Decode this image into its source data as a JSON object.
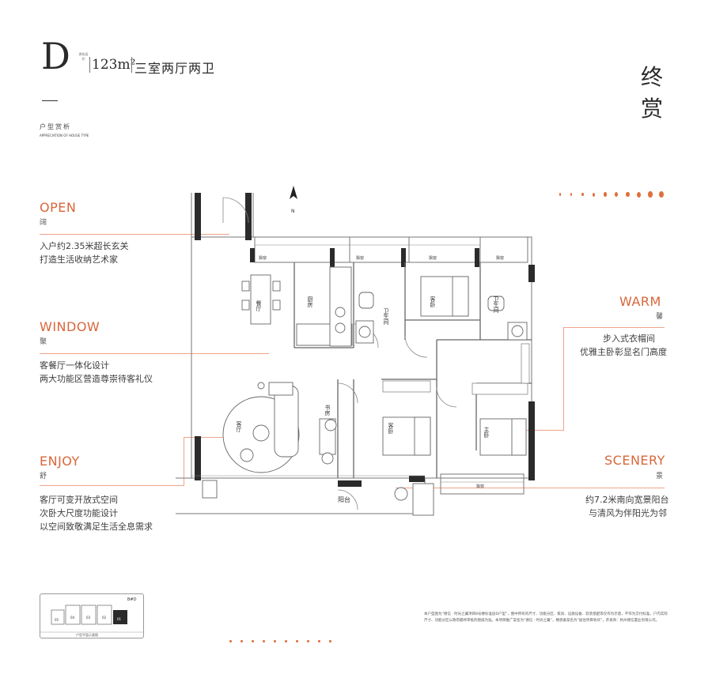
{
  "header": {
    "unit_letter": "D",
    "area_tag": "建筑面积",
    "area": "123m²",
    "rooms": "三室两厅两卫",
    "subtitle_cn": "户型赏析",
    "subtitle_en": "APPRECIATION OF HOUSE TYPE",
    "brand_vertical": "终赏"
  },
  "features": {
    "open": {
      "title": "OPEN",
      "sub": "阔",
      "lines": [
        "入户约2.35米超长玄关",
        "打造生活收纳艺术家"
      ]
    },
    "window": {
      "title": "WINDOW",
      "sub": "聚",
      "lines": [
        "客餐厅一体化设计",
        "两大功能区营造尊崇待客礼仪"
      ]
    },
    "enjoy": {
      "title": "ENJOY",
      "sub": "舒",
      "lines": [
        "客厅可变开放式空间",
        "次卧大尺度功能设计",
        "以空间致敬满足生活全息需求"
      ]
    },
    "warm": {
      "title": "WARM",
      "sub": "馨",
      "lines": [
        "步入式衣帽间",
        "优雅主卧彰显名门高度"
      ]
    },
    "scenery": {
      "title": "SCENERY",
      "sub": "景",
      "lines": [
        "约7.2米南向宽景阳台",
        "与清风为伴阳光为邻"
      ]
    }
  },
  "plan": {
    "north": "N",
    "rooms": {
      "dining": "餐厅",
      "kitchen": "厨房",
      "bath1": "卫生间",
      "bedroom_top": "客卧",
      "bath2": "卫生间",
      "living": "客厅",
      "study": "书房",
      "bedroom_mid": "客卧",
      "master": "主卧",
      "balcony": "阳台"
    },
    "window_labels": [
      "飘窗",
      "飘窗",
      "飘窗",
      "飘窗",
      "飘窗"
    ]
  },
  "keyplan": {
    "tag": "B#D",
    "caption": "户型平面示意图",
    "units": [
      "05",
      "04",
      "03",
      "02",
      "01"
    ]
  },
  "disclaimer": "本户型图为“德信 · 时光之翼项目8号楼标准层D户型”，图中所有的尺寸、功能分区、家具、设施设备、软装搭配等仅作为示意，不作为交付标准。户内实际尺寸、功能分区以政府最终审批的图纸为准。本项目推广案名为“德信 · 时光之翼”，楼盘备案名为“居住项目地块”，开发商：杭州德信置业有限公司。",
  "colors": {
    "accent": "#e0703c",
    "wall": "#2b2b2b",
    "line": "#f0a48a"
  }
}
